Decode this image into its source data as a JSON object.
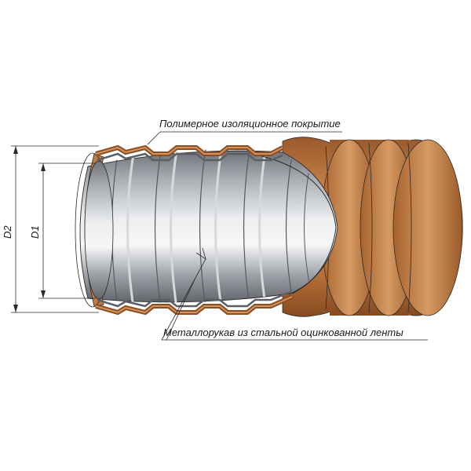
{
  "labels": {
    "coating": "Полимерное изоляционное покрытие",
    "metal_hose": "Металлорукав из стальной оцинкованной ленты",
    "outer_diameter": "D2",
    "inner_diameter": "D1"
  },
  "colors": {
    "coating": "#b8743f",
    "coating_dark": "#8a4e25",
    "coating_light": "#d89a62",
    "metal": "#a8acb2",
    "metal_light": "#e4e6e8",
    "metal_dark": "#6e7278"
  }
}
